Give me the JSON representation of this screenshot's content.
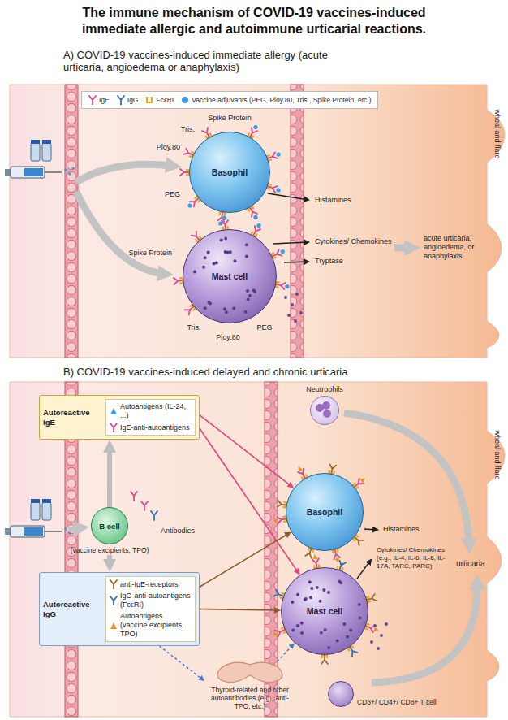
{
  "diagram": {
    "title": "The immune mechanism of COVID-19 vaccines-induced immediate allergic and autoimmune urticarial reactions.",
    "nodes": [
      {
        "text": [
          "Basophil"
        ]
      },
      {
        "text": [
          "Mast cell"
        ]
      },
      {
        "text": [
          "Autoreactive IgE",
          "Autoantigens (IL-24, ...)",
          "IgE-anti-autoantigens"
        ]
      },
      {
        "text": [
          "Neutrophils"
        ]
      },
      {
        "text": [
          "B cell",
          "(vaccine excipients, TPO)"
        ]
      },
      {
        "text": [
          "Basophil"
        ]
      },
      {
        "text": [
          "Autoreactive IgG",
          "anti-IgE-receptors",
          "IgG-anti-autoantigens (FcεRI)",
          "Autoantigens (vaccine excipients, TPO)"
        ]
      },
      {
        "text": [
          "Mast cell"
        ]
      },
      {
        "text": [
          "Thyroid-related and other autoantibodies (e.g., anti-TPO, etc.)"
        ]
      },
      {
        "text": [
          "CD3+/ CD4+/ CD8+ T cell"
        ]
      }
    ],
    "edges": [
      {
        "from": 4,
        "to": 2,
        "arrow": "to"
      },
      {
        "from": 4,
        "to": 6,
        "arrow": "to"
      },
      {
        "from": 2,
        "to": 5,
        "arrow": "to"
      },
      {
        "from": 2,
        "to": 7,
        "arrow": "to"
      },
      {
        "from": 6,
        "to": 5,
        "arrow": "to"
      },
      {
        "from": 6,
        "to": 7,
        "arrow": "to"
      },
      {
        "from": 6,
        "to": 8,
        "arrow": "to"
      },
      {
        "from": 8,
        "to": 7,
        "arrow": "to"
      }
    ],
    "labels": [
      "A) COVID-19 vaccines-induced immediate allergy (acute urticaria, angioedema or anaphylaxis)",
      "Tris.",
      "Spike Protein",
      "Ploy.80",
      "PEG",
      "Spike Protein",
      "Tris.",
      "Ploy.80",
      "PEG",
      "Histamines",
      "Cytokines/ Chemokines",
      "Tryptase",
      "acute urticaria, angioedema, or anaphylaxis",
      "wheal and flare",
      "B) COVID-19 vaccines-induced delayed and chronic urticaria",
      "Antibodies",
      "Histamines",
      "Cytokines/ Chemokines (e.g., IL-4, IL-6, IL-8, IL-17A, TARC, PARC)",
      "urticaria",
      "wheal and flare"
    ],
    "legend": [
      {
        "text": "IgE"
      },
      {
        "text": "IgG"
      },
      {
        "text": "FcεRI"
      },
      {
        "text": "Vaccine adjuvants (PEG, Ploy.80, Tris., Spike Protein, etc.)",
        "color": "#3a9ee4"
      }
    ]
  }
}
